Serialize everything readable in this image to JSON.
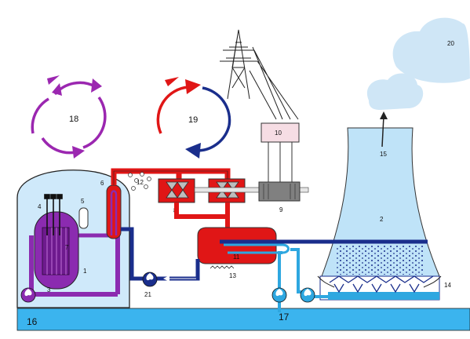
{
  "labels": {
    "n1": "1",
    "n2": "2",
    "n3": "3",
    "n4": "4",
    "n5": "5",
    "n6": "6",
    "n7": "7",
    "n8": "8",
    "n9": "9",
    "n10": "10",
    "n11": "11",
    "n12": "12",
    "n13": "13",
    "n14": "14",
    "n15": "15",
    "n16": "16",
    "n17": "17",
    "n18": "18",
    "n19": "19",
    "n20": "20",
    "n21": "21"
  },
  "colors": {
    "primary_loop": "#7a1ea0",
    "reactor_fill": "#8b2bb0",
    "steam_red": "#e01616",
    "feedwater_blue": "#1a2e8c",
    "cooling_water": "#2ea7e0",
    "tower_fill": "#bfe3f8",
    "containment_fill": "#cfe9fa",
    "cloud": "#cfe6f6",
    "ground": "#3bb4ee",
    "generator": "#808080",
    "transformer": "#f6dde4",
    "turbine_bg": "#e01616"
  },
  "icons": {
    "pylon": "transmission-tower-icon",
    "cycle_primary": "circular-arrows-icon",
    "cycle_secondary": "circular-arrows-icon",
    "pumps": "pump-icon"
  }
}
